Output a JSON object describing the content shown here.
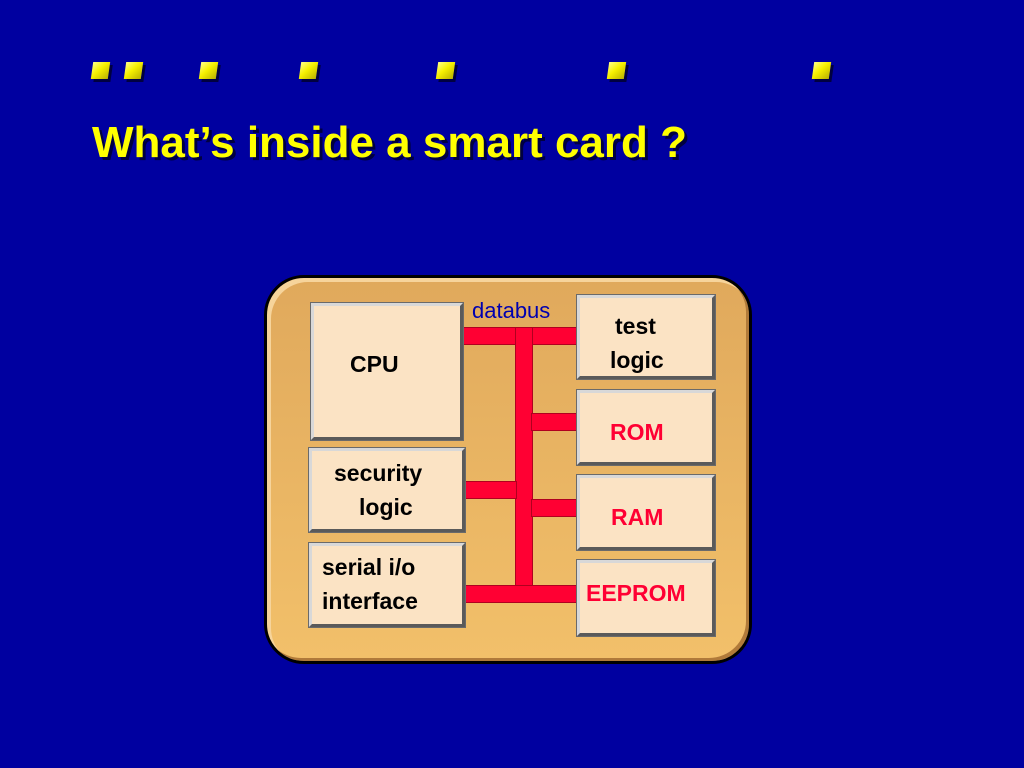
{
  "title": "What’s inside a smart card ?",
  "diagram": {
    "bus_label": "databus",
    "components": {
      "cpu": "CPU",
      "security_logic": [
        "security",
        "logic"
      ],
      "serial_io": [
        "serial i/o",
        "interface"
      ],
      "test_logic": [
        "test",
        "logic"
      ],
      "rom": "ROM",
      "ram": "RAM",
      "eeprom": "EEPROM"
    }
  },
  "colors": {
    "background": "#0000a0",
    "title": "#ffff00",
    "card": "#f2c06a",
    "bus": "#ff0033",
    "memory_label": "#ff0033",
    "bus_label": "#0000b0"
  }
}
